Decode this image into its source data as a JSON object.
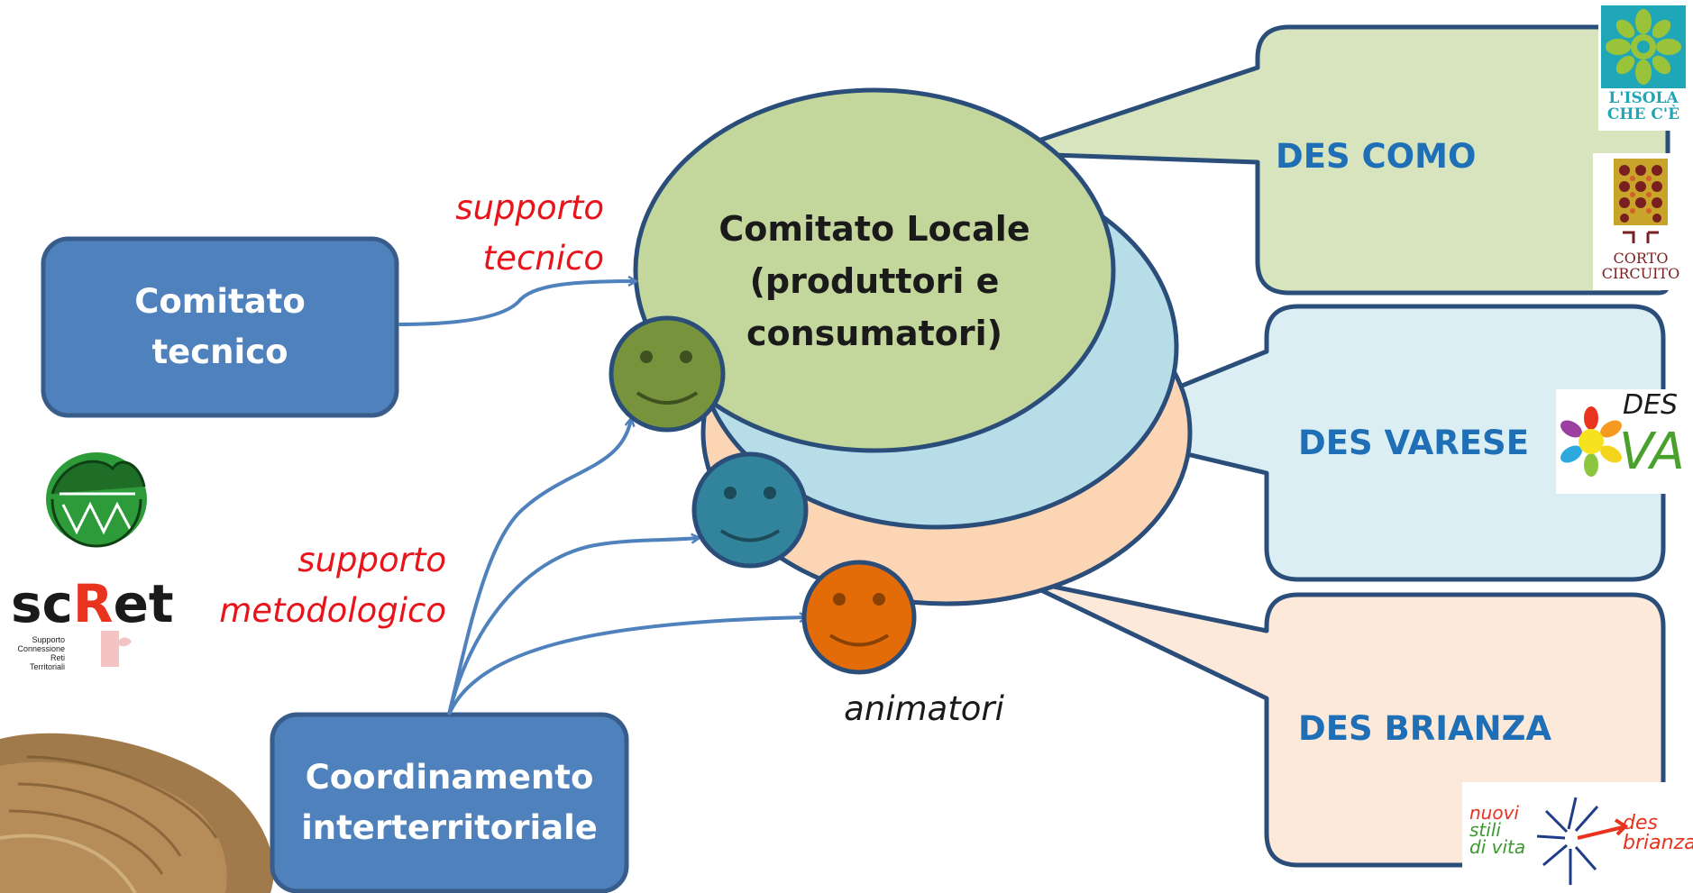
{
  "left": {
    "comitato_tecnico": [
      "Comitato",
      "tecnico"
    ],
    "coordinamento": [
      "Coordinamento",
      "interterritoriale"
    ]
  },
  "labels": {
    "supporto_tecnico": [
      "supporto",
      "tecnico"
    ],
    "supporto_metodologico": [
      "supporto",
      "metodologico"
    ],
    "animatori": "animatori"
  },
  "center": {
    "title": [
      "Comitato Locale",
      "(produttori e",
      "consumatori)"
    ]
  },
  "des": {
    "como": "DES COMO",
    "varese": "DES VARESE",
    "brianza": "DES BRIANZA"
  },
  "logos": {
    "isola": [
      "L'ISOLA",
      "CHE C'È"
    ],
    "corto": [
      "CORTO",
      "CIRCUITO"
    ],
    "desva_top": "DES",
    "desva_bottom": "VA",
    "scret": {
      "sc": "sc",
      "r": "R",
      "et": "et",
      "sub": [
        "Supporto",
        "Connessione",
        "Reti",
        "Territoriali"
      ]
    },
    "nuovi": [
      "nuovi",
      "stili",
      "di vita"
    ],
    "desbrianza": [
      "des",
      "brianza"
    ]
  },
  "colors": {
    "box_blue": "#4f81bd",
    "box_border": "#385d8a",
    "green_ellipse": "#c3d69b",
    "blue_ellipse": "#b7dde8",
    "peach_ellipse": "#fcd5b5",
    "dark_border": "#2a4d7a",
    "arrow": "#4f81bd",
    "red_text": "#e8141c",
    "des_text": "#1e6fb6",
    "face_green": "#77933c",
    "face_teal": "#31849b",
    "face_orange": "#e36c09"
  }
}
